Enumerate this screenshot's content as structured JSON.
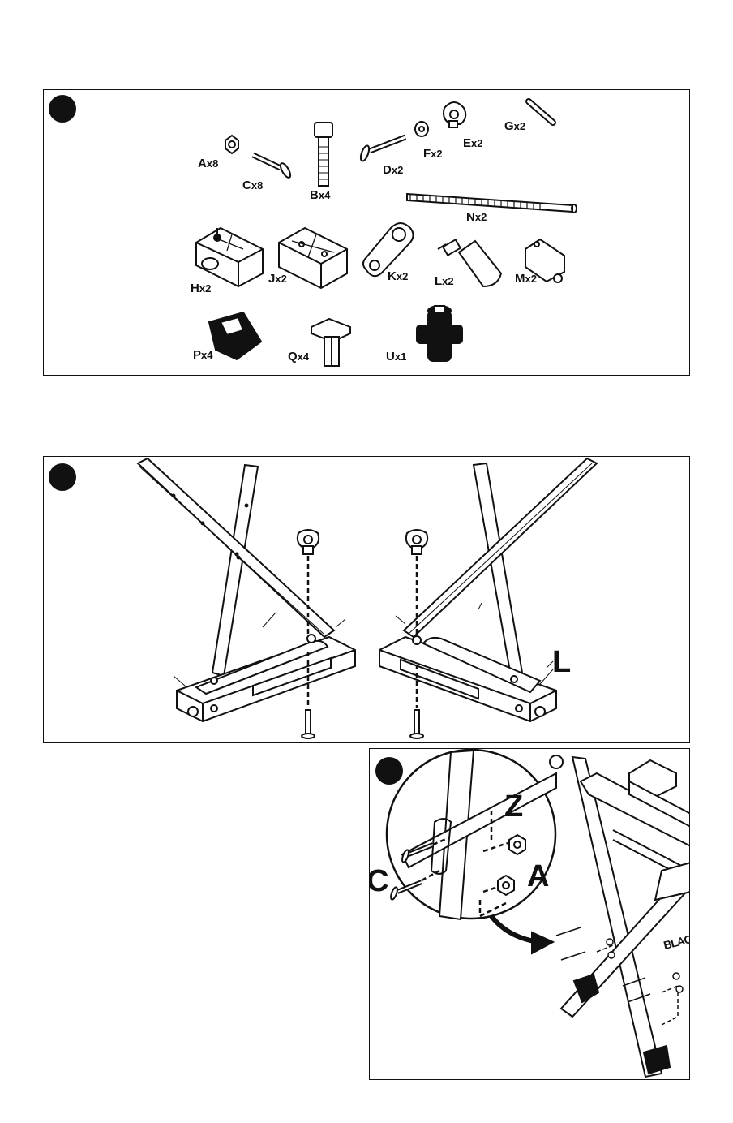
{
  "parts": [
    {
      "letter": "A",
      "count": "x8"
    },
    {
      "letter": "C",
      "count": "x8"
    },
    {
      "letter": "B",
      "count": "x4"
    },
    {
      "letter": "D",
      "count": "x2"
    },
    {
      "letter": "F",
      "count": "x2"
    },
    {
      "letter": "E",
      "count": "x2"
    },
    {
      "letter": "G",
      "count": "x2"
    },
    {
      "letter": "N",
      "count": "x2"
    },
    {
      "letter": "H",
      "count": "x2"
    },
    {
      "letter": "J",
      "count": "x2"
    },
    {
      "letter": "K",
      "count": "x2"
    },
    {
      "letter": "L",
      "count": "x2"
    },
    {
      "letter": "M",
      "count": "x2"
    },
    {
      "letter": "P",
      "count": "x4"
    },
    {
      "letter": "Q",
      "count": "x4"
    },
    {
      "letter": "U",
      "count": "x1"
    }
  ],
  "step2": {
    "label_l": "L"
  },
  "step3": {
    "label_z": "Z",
    "label_c": "C",
    "label_a": "A",
    "brand_text": "BLAC"
  }
}
